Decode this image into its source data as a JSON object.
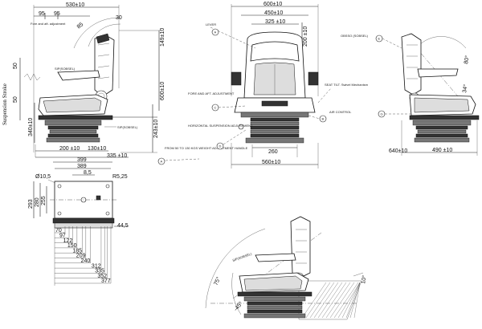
{
  "side_view": {
    "dim_530": "530±10",
    "dim_95a": "95",
    "dim_95b": "95",
    "dim_30": "30",
    "dim_85": "85",
    "fore_aft_label": "Fore and aft. adjustment",
    "dim_149": "149±10",
    "dim_600": "600±10",
    "dim_243": "243±10",
    "dim_50a": "50",
    "dim_50b": "50",
    "dim_340": "340±10",
    "suspension_stroke": "Suspension Stroke",
    "sip_label_top": "SIP(SOBSEL)",
    "sip_label_bottom": "SIP(SOBSEL)",
    "dim_200": "200 ±10",
    "dim_130": "130±10",
    "dim_335": "335 ±10",
    "weight_adj_label": "FROM 50 TO 130 KGS WEIGHT ADJUSTMENT HANDLE",
    "callout_a": "A"
  },
  "front_view": {
    "dim_600": "600±10",
    "dim_450": "450±10",
    "dim_325": "325 ±10",
    "dim_200": "200 ±10",
    "dim_260": "260",
    "dim_560": "560±10",
    "lumbar_label": "LEVER",
    "fore_aft_label": "FORE AND AFT. ADJUSTMENT",
    "horizontal_label": "HORIZONTAL SUSPENSION ADJUSTMENT",
    "seat_tilt_label": "SEAT TILT. Swivel Mechanism",
    "air_control_label": "AIR CONTROL",
    "callout_a": "A",
    "callout_b": "B",
    "callout_c": "C",
    "callout_d": "D"
  },
  "right_view": {
    "label_top": "OBSSO (SOBSEL)",
    "dim_80": "80°",
    "dim_34": "34°",
    "dim_640": "640±10",
    "dim_490": "490 ±10",
    "callout_e": "E",
    "callout_g": "G"
  },
  "base_view": {
    "dim_399": "399",
    "dim_389": "389",
    "dim_8_5": "8,5",
    "dim_r525": "R5,25",
    "dim_d105": "Ø10,5",
    "dim_293": "293",
    "dim_280": "280",
    "dim_255": "255",
    "dim_44_5": "44,5",
    "steps": [
      "70",
      "97",
      "122",
      "150",
      "185",
      "209",
      "240",
      "312",
      "335",
      "352",
      "377"
    ]
  },
  "recline_view": {
    "sip_label": "SIP(SOBSEL)",
    "dim_75": "75°",
    "dim_45": "-45°",
    "dim_10": "10°"
  }
}
